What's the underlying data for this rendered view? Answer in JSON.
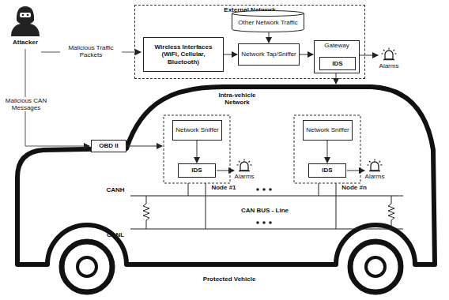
{
  "diagram": {
    "nodes": [
      {
        "text": [
          "External Network"
        ]
      },
      {
        "text": [
          "Wireless Interfaces (WiFi, Cellular, Bluetooth)"
        ],
        "in": 0
      },
      {
        "text": [
          "Other Network Traffic"
        ],
        "in": 0
      },
      {
        "text": [
          "Network Tap/Sniffer"
        ],
        "in": 0
      },
      {
        "text": [
          "Gateway"
        ],
        "in": 0
      },
      {
        "text": [
          "IDS"
        ],
        "in": 4
      },
      {
        "text": [
          "OBD II"
        ]
      },
      {
        "text": [
          "Network Sniffer"
        ]
      },
      {
        "text": [
          "IDS"
        ]
      },
      {
        "text": [
          "Network Sniffer"
        ]
      },
      {
        "text": [
          "IDS"
        ]
      }
    ],
    "edges": [
      {
        "from": 1,
        "to": 3,
        "arrow": "to"
      },
      {
        "from": 2,
        "to": 3,
        "arrow": "to"
      },
      {
        "from": 3,
        "to": 4,
        "arrow": "to"
      },
      {
        "from": 7,
        "to": 8,
        "arrow": "to"
      },
      {
        "from": 9,
        "to": 10,
        "arrow": "to"
      }
    ],
    "labels": [
      "Attacker",
      "Malicious Traffic Packets",
      "Malicious CAN Messages",
      "Alarms",
      "Intra-vehicle Network",
      "Alarms",
      "Alarms",
      "CANH",
      "Node #1",
      "Node #n",
      "CAN BUS - Line",
      "CANL",
      "Protected Vehicle"
    ]
  }
}
